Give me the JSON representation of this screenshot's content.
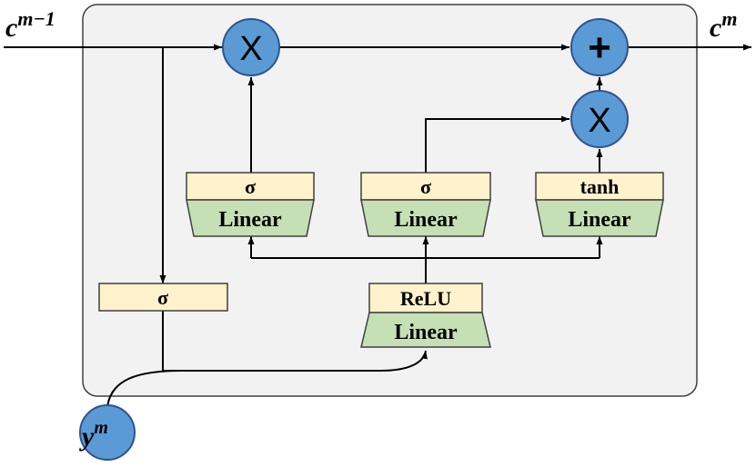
{
  "colors": {
    "frame_fill": "#f2f2f2",
    "frame_stroke": "#404040",
    "activation_fill": "#fff2cc",
    "linear_fill": "#c5e0b4",
    "op_fill": "#5b9bd5",
    "op_stroke": "#2f528f"
  },
  "io": {
    "input_state": {
      "base": "c",
      "sup": "m−1"
    },
    "output_state": {
      "base": "c",
      "sup": "m"
    },
    "input_y": {
      "base": "y",
      "sup": "m"
    }
  },
  "ops": {
    "forget_multiply": "X",
    "add": "+",
    "update_multiply": "X"
  },
  "blocks": {
    "gate_left": {
      "activation": "σ",
      "linear": "Linear"
    },
    "gate_mid": {
      "activation": "σ",
      "linear": "Linear"
    },
    "candidate": {
      "activation": "tanh",
      "linear": "Linear"
    },
    "y_gate": {
      "activation": "σ"
    },
    "relu": {
      "activation": "ReLU",
      "linear": "Linear"
    }
  }
}
